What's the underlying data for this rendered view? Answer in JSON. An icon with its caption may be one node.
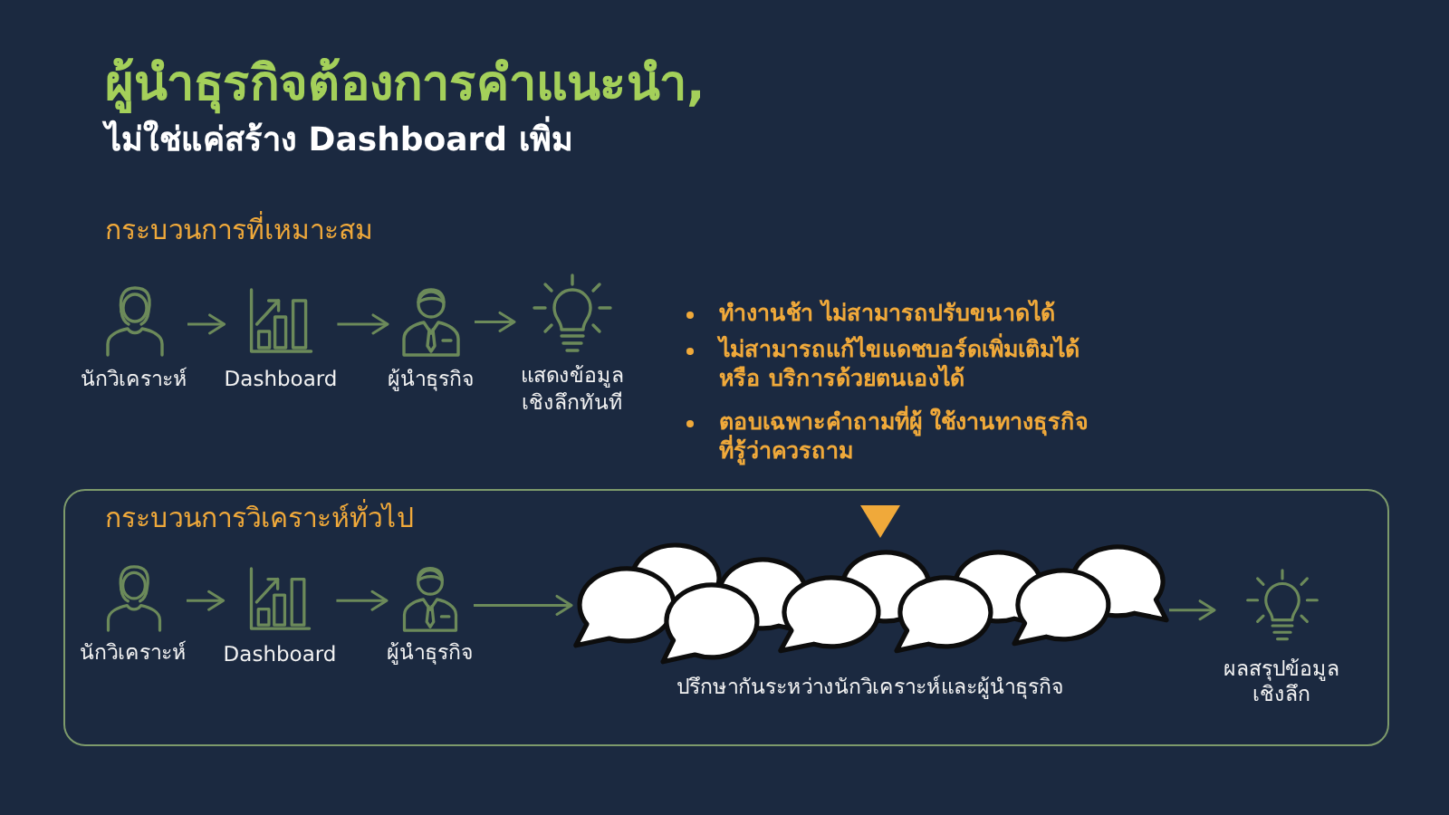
{
  "diagram": {
    "title": "ผู้นำธุรกิจต้องการคำแนะนำ,",
    "nodes": [
      {
        "text": [
          "นักวิเคราะห์"
        ]
      },
      {
        "text": [
          "Dashboard"
        ]
      },
      {
        "text": [
          "ผู้นำธุรกิจ"
        ]
      },
      {
        "text": [
          "แสดงข้อมูล เชิงลึกทันที"
        ]
      },
      {
        "text": [
          "กระบวนการวิเคราะห์ทั่วไป"
        ]
      },
      {
        "text": [
          "นักวิเคราะห์"
        ],
        "in": 4
      },
      {
        "text": [
          "Dashboard"
        ],
        "in": 4
      },
      {
        "text": [
          "ผู้นำธุรกิจ"
        ],
        "in": 4
      },
      {
        "text": [
          "ปรึกษากันระหว่างนักวิเคราะห์และผู้นำธุรกิจ"
        ],
        "in": 4
      },
      {
        "text": [
          "ผลสรุปข้อมูล เชิงลึก"
        ],
        "in": 4
      }
    ],
    "edges": [
      {
        "from": 0,
        "to": 1,
        "arrow": "to"
      },
      {
        "from": 1,
        "to": 2,
        "arrow": "to"
      },
      {
        "from": 2,
        "to": 3,
        "arrow": "to"
      },
      {
        "from": 5,
        "to": 6,
        "arrow": "to"
      },
      {
        "from": 6,
        "to": 7,
        "arrow": "to"
      },
      {
        "from": 7,
        "to": 8,
        "arrow": "to"
      },
      {
        "from": 8,
        "to": 9,
        "arrow": "to"
      }
    ],
    "labels": [
      "ไม่ใช่แค่สร้าง Dashboard เพิ่ม",
      "กระบวนการที่เหมาะสม",
      "ทำงานช้า ไม่สามารถปรับขนาดได้",
      "ไม่สามารถแก้ไขแดชบอร์ดเพิ่มเติมได้ หรือ บริการด้วยตนเองได้",
      "ตอบเฉพาะคำถามที่ผู้ ใช้งานทางธุรกิจ ที่รู้ว่าควรถาม"
    ]
  }
}
